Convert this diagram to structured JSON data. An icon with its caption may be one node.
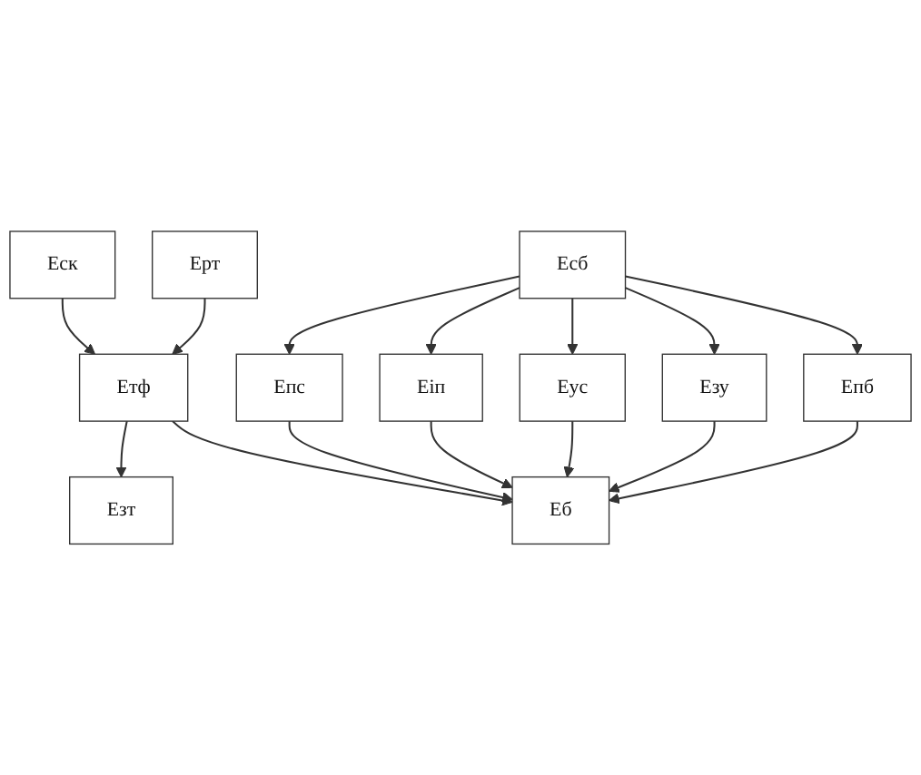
{
  "diagram": {
    "nodes": [
      {
        "text": [
          "Еск"
        ]
      },
      {
        "text": [
          "Ерт"
        ]
      },
      {
        "text": [
          "Езт"
        ]
      },
      {
        "text": [
          "Етф"
        ]
      },
      {
        "text": [
          "Еб"
        ]
      },
      {
        "text": [
          "Епс"
        ]
      },
      {
        "text": [
          "Еіп"
        ]
      },
      {
        "text": [
          "Еус"
        ]
      },
      {
        "text": [
          "Езу"
        ]
      },
      {
        "text": [
          "Епб"
        ]
      },
      {
        "text": [
          "Есб"
        ]
      }
    ],
    "edges": [
      {
        "from": 0,
        "to": 3,
        "arrow": "to"
      },
      {
        "from": 1,
        "to": 3,
        "arrow": "to"
      },
      {
        "from": 3,
        "to": 2,
        "arrow": "to"
      },
      {
        "from": 3,
        "to": 4,
        "arrow": "to"
      },
      {
        "from": 5,
        "to": 4,
        "arrow": "to"
      },
      {
        "from": 6,
        "to": 4,
        "arrow": "to"
      },
      {
        "from": 7,
        "to": 4,
        "arrow": "to"
      },
      {
        "from": 8,
        "to": 4,
        "arrow": "to"
      },
      {
        "from": 9,
        "to": 4,
        "arrow": "to"
      },
      {
        "from": 10,
        "to": 6,
        "arrow": "to"
      },
      {
        "from": 10,
        "to": 7,
        "arrow": "to"
      },
      {
        "from": 10,
        "to": 8,
        "arrow": "to"
      },
      {
        "from": 10,
        "to": 9,
        "arrow": "to"
      },
      {
        "from": 10,
        "to": 5,
        "arrow": "to"
      }
    ]
  }
}
